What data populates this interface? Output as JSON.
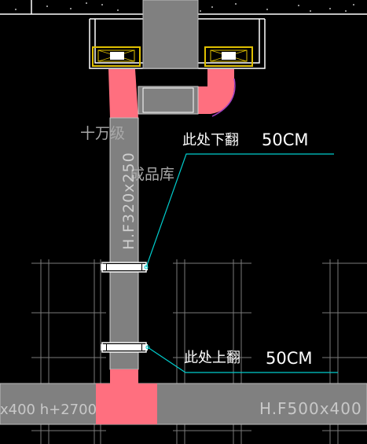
{
  "labels": {
    "room_name_1": "十万级",
    "room_name_2": "成品库",
    "vertical_duct": "H.F320x250",
    "note_down": "此处下翻",
    "note_down_dim": "50CM",
    "note_up": "此处上翻",
    "note_up_dim": "50CM",
    "main_duct_left": "x400 h+2700",
    "main_duct_right": "H.F500x400"
  },
  "colors": {
    "background": "#000000",
    "duct_fill": "#808080",
    "fitting_pink": "#ff6f7f",
    "leader_cyan": "#00cccc",
    "wall_white": "#ffffff",
    "diffuser_yellow": "#e0c000"
  }
}
